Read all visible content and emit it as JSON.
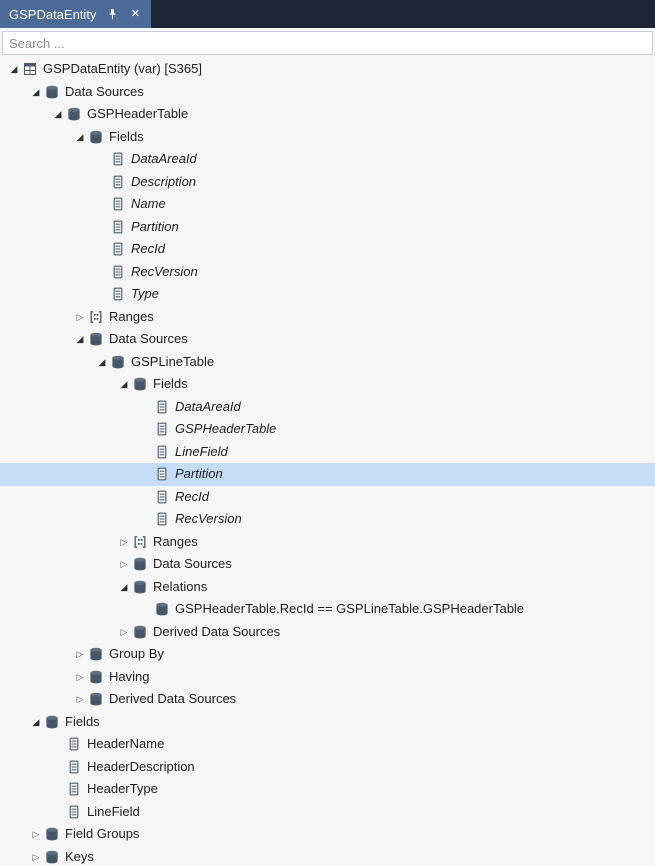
{
  "window": {
    "tab_label": "GSPDataEntity"
  },
  "search": {
    "placeholder": "Search ..."
  },
  "colors": {
    "tab_bar_bg": "#1b2535",
    "active_tab_bg": "#4d6b99",
    "tab_text": "#ffffff",
    "panel_bg": "#f6f6f6",
    "selection_bg": "#c4dcf5",
    "tree_text": "#1e1e1e"
  },
  "tree": {
    "rows": [
      {
        "label": "GSPDataEntity (var) [S365]",
        "level": 0,
        "icon": "entity",
        "arrow": "expanded"
      },
      {
        "label": "Data Sources",
        "level": 1,
        "icon": "database",
        "arrow": "expanded"
      },
      {
        "label": "GSPHeaderTable",
        "level": 2,
        "icon": "database",
        "arrow": "expanded"
      },
      {
        "label": "Fields",
        "level": 3,
        "icon": "database",
        "arrow": "expanded"
      },
      {
        "label": "DataAreaId",
        "level": 4,
        "icon": "field",
        "arrow": "none",
        "italic": true
      },
      {
        "label": "Description",
        "level": 4,
        "icon": "field",
        "arrow": "none",
        "italic": true
      },
      {
        "label": "Name",
        "level": 4,
        "icon": "field",
        "arrow": "none",
        "italic": true
      },
      {
        "label": "Partition",
        "level": 4,
        "icon": "field",
        "arrow": "none",
        "italic": true
      },
      {
        "label": "RecId",
        "level": 4,
        "icon": "field",
        "arrow": "none",
        "italic": true
      },
      {
        "label": "RecVersion",
        "level": 4,
        "icon": "field",
        "arrow": "none",
        "italic": true
      },
      {
        "label": "Type",
        "level": 4,
        "icon": "field",
        "arrow": "none",
        "italic": true
      },
      {
        "label": "Ranges",
        "level": 3,
        "icon": "ranges",
        "arrow": "collapsed"
      },
      {
        "label": "Data Sources",
        "level": 3,
        "icon": "database",
        "arrow": "expanded"
      },
      {
        "label": "GSPLineTable",
        "level": 4,
        "icon": "database",
        "arrow": "expanded"
      },
      {
        "label": "Fields",
        "level": 5,
        "icon": "database",
        "arrow": "expanded"
      },
      {
        "label": "DataAreaId",
        "level": 6,
        "icon": "field",
        "arrow": "none",
        "italic": true
      },
      {
        "label": "GSPHeaderTable",
        "level": 6,
        "icon": "field",
        "arrow": "none",
        "italic": true
      },
      {
        "label": "LineField",
        "level": 6,
        "icon": "field",
        "arrow": "none",
        "italic": true
      },
      {
        "label": "Partition",
        "level": 6,
        "icon": "field",
        "arrow": "none",
        "italic": true,
        "selected": true
      },
      {
        "label": "RecId",
        "level": 6,
        "icon": "field",
        "arrow": "none",
        "italic": true
      },
      {
        "label": "RecVersion",
        "level": 6,
        "icon": "field",
        "arrow": "none",
        "italic": true
      },
      {
        "label": "Ranges",
        "level": 5,
        "icon": "ranges",
        "arrow": "collapsed"
      },
      {
        "label": "Data Sources",
        "level": 5,
        "icon": "database",
        "arrow": "collapsed"
      },
      {
        "label": "Relations",
        "level": 5,
        "icon": "database",
        "arrow": "expanded"
      },
      {
        "label": "GSPHeaderTable.RecId == GSPLineTable.GSPHeaderTable",
        "level": 6,
        "icon": "database",
        "arrow": "none"
      },
      {
        "label": "Derived Data Sources",
        "level": 5,
        "icon": "database",
        "arrow": "collapsed"
      },
      {
        "label": "Group By",
        "level": 3,
        "icon": "database",
        "arrow": "collapsed"
      },
      {
        "label": "Having",
        "level": 3,
        "icon": "database",
        "arrow": "collapsed"
      },
      {
        "label": "Derived Data Sources",
        "level": 3,
        "icon": "database",
        "arrow": "collapsed"
      },
      {
        "label": "Fields",
        "level": 1,
        "icon": "database",
        "arrow": "expanded"
      },
      {
        "label": "HeaderName",
        "level": 2,
        "icon": "field",
        "arrow": "none"
      },
      {
        "label": "HeaderDescription",
        "level": 2,
        "icon": "field",
        "arrow": "none"
      },
      {
        "label": "HeaderType",
        "level": 2,
        "icon": "field",
        "arrow": "none"
      },
      {
        "label": "LineField",
        "level": 2,
        "icon": "field",
        "arrow": "none"
      },
      {
        "label": "Field Groups",
        "level": 1,
        "icon": "database",
        "arrow": "collapsed"
      },
      {
        "label": "Keys",
        "level": 1,
        "icon": "database",
        "arrow": "collapsed"
      }
    ]
  }
}
